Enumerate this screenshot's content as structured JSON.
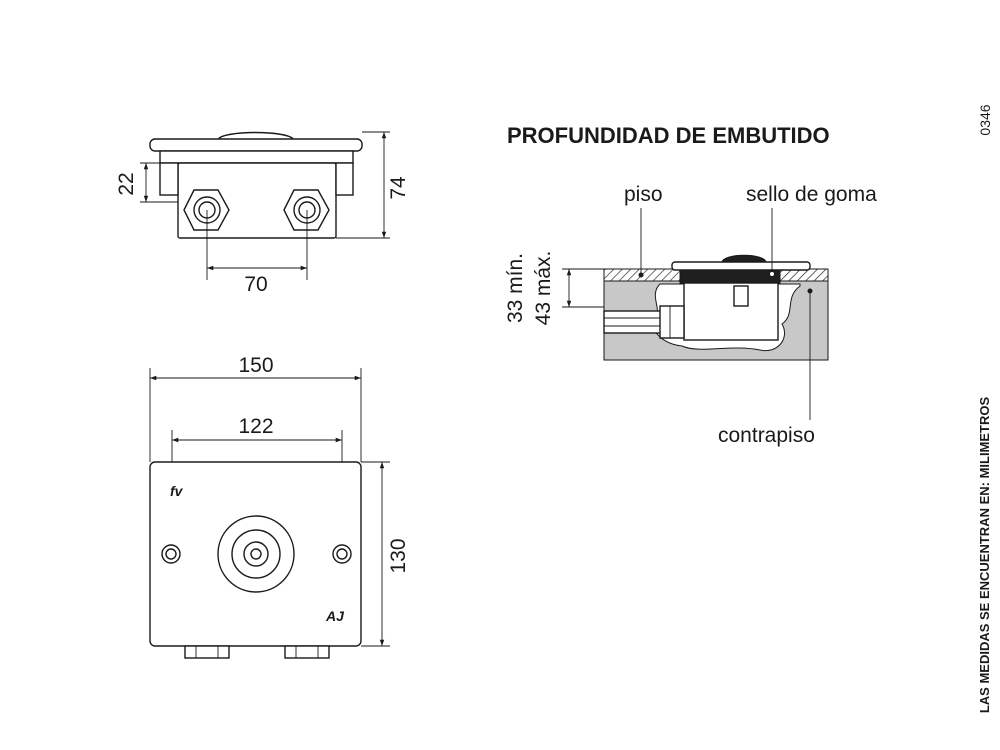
{
  "drawing_code": "0346",
  "units_note": "LAS MEDIDAS SE ENCUENTRAN EN: MILIMETROS",
  "section_title": "PROFUNDIDAD DE EMBUTIDO",
  "side_view": {
    "dim_flange_height": "22",
    "dim_total_height": "74",
    "dim_connector_spacing": "70"
  },
  "top_view": {
    "dim_width": "150",
    "dim_screw_spacing": "122",
    "dim_depth": "130",
    "logo_top": "fv",
    "logo_bottom": "AJ"
  },
  "section": {
    "label_floor": "piso",
    "label_seal": "sello de goma",
    "label_subfloor": "contrapiso",
    "dim_min": "33 mín.",
    "dim_max": "43 máx."
  },
  "colors": {
    "line": "#1a1a1a",
    "subfloor_fill": "#c8c8c8",
    "floor_hatch": "#1a1a1a",
    "seal_fill": "#1f1f1f"
  }
}
